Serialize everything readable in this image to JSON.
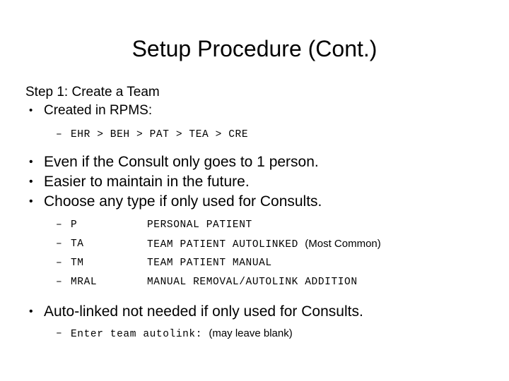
{
  "slide": {
    "title": "Setup Procedure (Cont.)",
    "step_line": "Step 1: Create a Team",
    "bullets": {
      "created_in_rpms": "Created in RPMS:",
      "rpms_path": "EHR > BEH > PAT > TEA > CRE",
      "even_if": "Even if the Consult only goes to 1 person.",
      "easier": "Easier to maintain in the future.",
      "choose_any": "Choose any type if only used for Consults.",
      "auto_linked": "Auto-linked not needed if only used for Consults.",
      "enter_team_autolink": "Enter team autolink:",
      "may_leave_blank": "(may leave blank)"
    },
    "bullet_glyph": "•",
    "dash_glyph": "–",
    "team_types": {
      "rows": [
        {
          "code": "P",
          "description": "PERSONAL PATIENT",
          "note": ""
        },
        {
          "code": "TA",
          "description": "TEAM PATIENT AUTOLINKED",
          "note": "(Most Common)"
        },
        {
          "code": "TM",
          "description": "TEAM PATIENT MANUAL",
          "note": ""
        },
        {
          "code": "MRAL",
          "description": "MANUAL REMOVAL/AUTOLINK ADDITION",
          "note": ""
        }
      ]
    }
  },
  "colors": {
    "background": "#ffffff",
    "text": "#000000"
  }
}
